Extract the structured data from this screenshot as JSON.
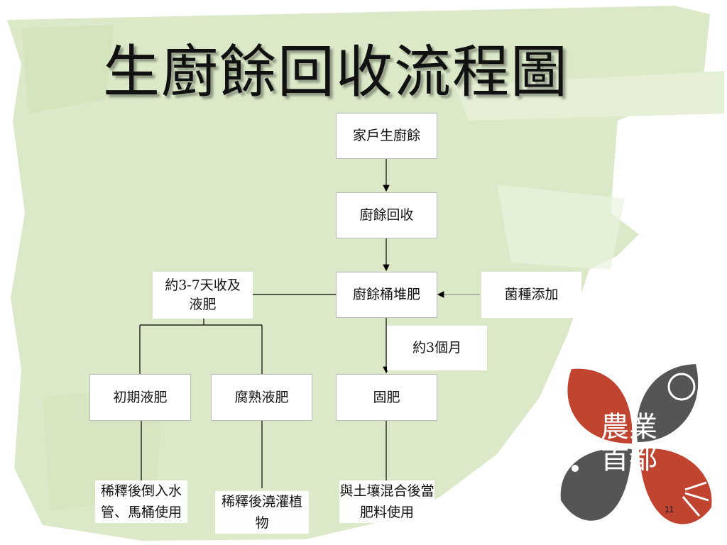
{
  "slide": {
    "title": "生廚餘回收流程圖",
    "page_number": "11"
  },
  "flow": {
    "household": "家戶生廚餘",
    "collection": "廚餘回收",
    "compost_bin": "廚餘桶堆肥",
    "bacteria": "菌種添加",
    "liquid_collect": "約3-7天收及液肥",
    "three_months": "約3個月",
    "early_liquid": "初期液肥",
    "mature_liquid": "腐熟液肥",
    "solid": "固肥"
  },
  "notes": {
    "dilute_pour": "稀釋後倒入水管、馬桶使用",
    "dilute_water": "稀釋後澆灌植物",
    "mix_soil": "與土壤混合後當肥料使用"
  },
  "logo": {
    "text_top": "農業",
    "text_bottom": "首都",
    "colors": {
      "red": "#c0442f",
      "gray": "#555555"
    }
  },
  "colors": {
    "background_green": "#dbe9c8",
    "line": "#000000"
  }
}
